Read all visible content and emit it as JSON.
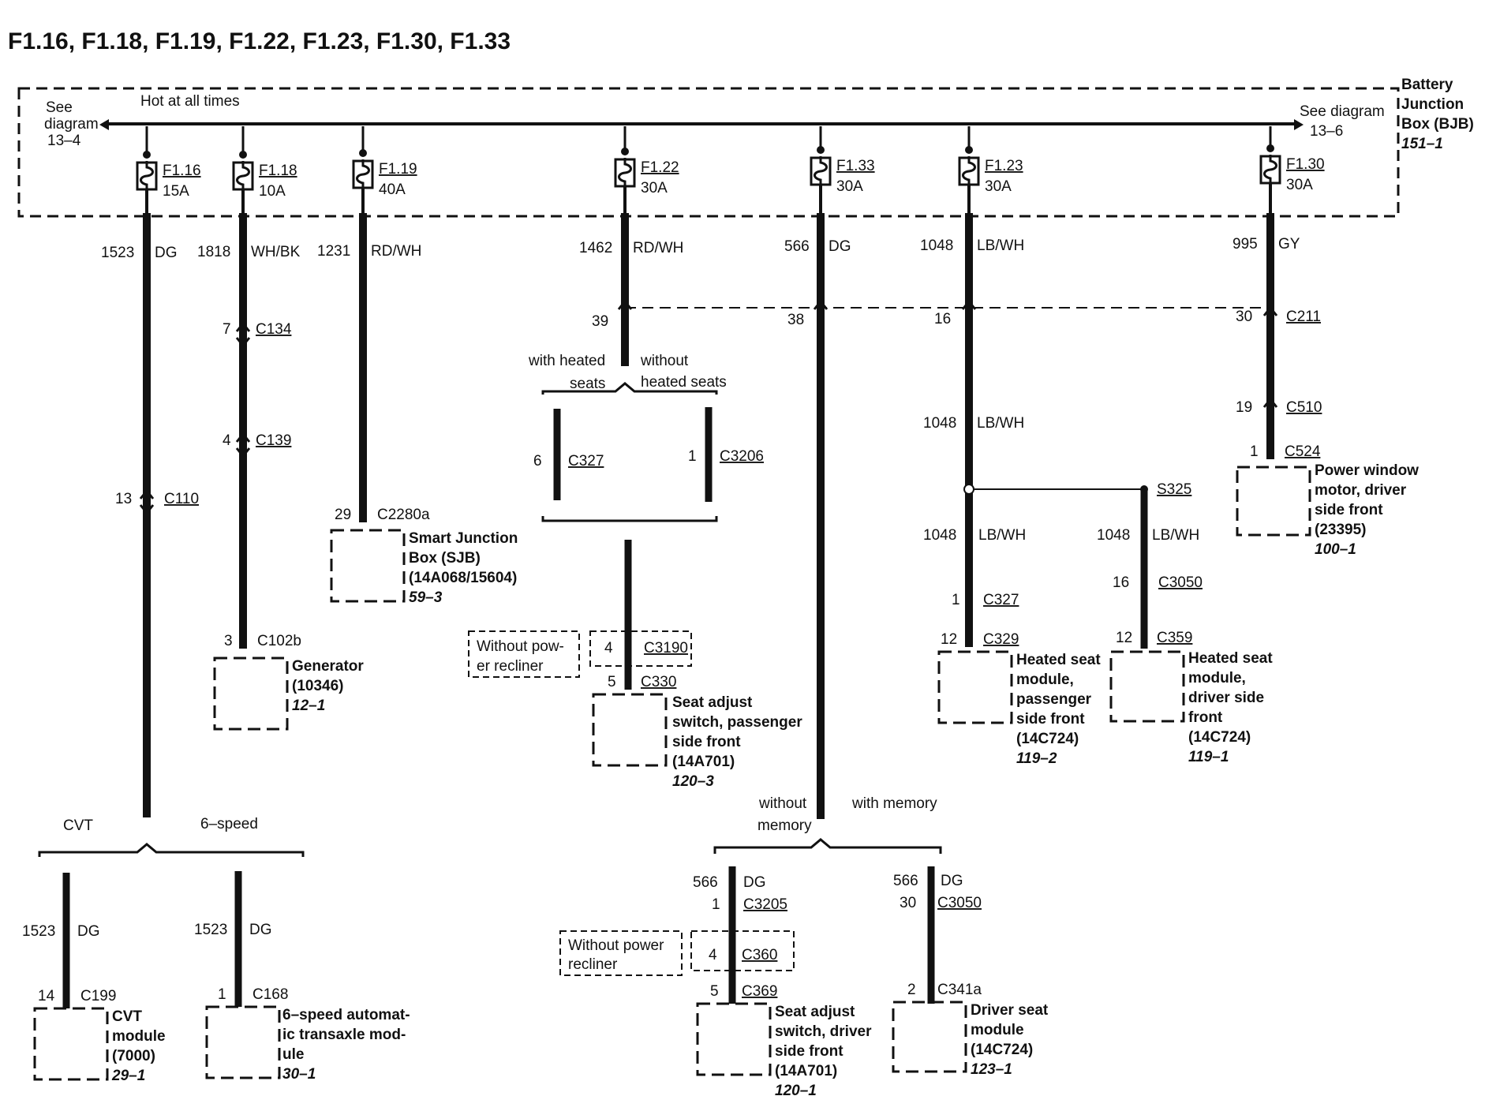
{
  "title": "F1.16, F1.18, F1.19, F1.22, F1.23, F1.30, F1.33",
  "bus": {
    "left_ref": [
      "See",
      "diagram",
      "13–4"
    ],
    "hot_label": "Hot at all times",
    "right_ref": [
      "See diagram",
      "13–6"
    ],
    "box_label": [
      "Battery",
      "Junction",
      "Box (BJB)"
    ],
    "box_ref": "151–1"
  },
  "fuses": [
    {
      "id": "F1.16",
      "rating": "15A",
      "circuit": "1523",
      "color": "DG"
    },
    {
      "id": "F1.18",
      "rating": "10A",
      "circuit": "1818",
      "color": "WH/BK"
    },
    {
      "id": "F1.19",
      "rating": "40A",
      "circuit": "1231",
      "color": "RD/WH"
    },
    {
      "id": "F1.22",
      "rating": "30A",
      "circuit": "1462",
      "color": "RD/WH"
    },
    {
      "id": "F1.33",
      "rating": "30A",
      "circuit": "566",
      "color": "DG"
    },
    {
      "id": "F1.23",
      "rating": "30A",
      "circuit": "1048",
      "color": "LB/WH"
    },
    {
      "id": "F1.30",
      "rating": "30A",
      "circuit": "995",
      "color": "GY"
    }
  ],
  "connectors": [
    {
      "pin": "7",
      "name": "C134"
    },
    {
      "pin": "4",
      "name": "C139"
    },
    {
      "pin": "3",
      "name": "C102b"
    },
    {
      "pin": "13",
      "name": "C110"
    },
    {
      "pin": "29",
      "name": "C2280a"
    },
    {
      "pin": "39",
      "name": ""
    },
    {
      "pin": "38",
      "name": ""
    },
    {
      "pin": "16",
      "name": ""
    },
    {
      "pin": "30",
      "name": "C211"
    },
    {
      "pin": "19",
      "name": "C510"
    },
    {
      "pin": "1",
      "name": "C524"
    },
    {
      "pin": "6",
      "name": "C327"
    },
    {
      "pin": "1",
      "name": "C3206"
    },
    {
      "pin": "4",
      "name": "C3190"
    },
    {
      "pin": "5",
      "name": "C330"
    },
    {
      "pin": "",
      "name": "S325"
    },
    {
      "pin": "1",
      "name": "C327"
    },
    {
      "pin": "12",
      "name": "C329"
    },
    {
      "pin": "16",
      "name": "C3050"
    },
    {
      "pin": "12",
      "name": "C359"
    },
    {
      "pin": "14",
      "name": "C199"
    },
    {
      "pin": "1",
      "name": "C168"
    },
    {
      "pin": "1",
      "name": "C3205"
    },
    {
      "pin": "4",
      "name": "C360"
    },
    {
      "pin": "5",
      "name": "C369"
    },
    {
      "pin": "30",
      "name": "C3050"
    },
    {
      "pin": "2",
      "name": "C341a"
    }
  ],
  "wires": {
    "f122_seats": {
      "left": [
        "with heated",
        "seats"
      ],
      "right": [
        "without",
        "heated seats"
      ]
    },
    "f133_memory": {
      "left": [
        "without",
        "memory"
      ],
      "right": "with memory"
    },
    "f116_trans": {
      "left": "CVT",
      "right": "6–speed"
    },
    "lbwh_mid": {
      "circuit": "1048",
      "color": "LB/WH"
    },
    "lbwh_left": {
      "circuit": "1048",
      "color": "LB/WH"
    },
    "lbwh_right": {
      "circuit": "1048",
      "color": "LB/WH"
    },
    "cvt_wire": {
      "circuit": "1523",
      "color": "DG"
    },
    "sixspeed_wire": {
      "circuit": "1523",
      "color": "DG"
    },
    "mem_left_wire": {
      "circuit": "566",
      "color": "DG"
    },
    "mem_right_wire": {
      "circuit": "566",
      "color": "DG"
    }
  },
  "notes": {
    "recliner_1": [
      "Without pow-",
      "er recliner"
    ],
    "recliner_2": [
      "Without power",
      "recliner"
    ]
  },
  "components": {
    "generator": {
      "lines": [
        "Generator",
        "(10346)"
      ],
      "ref": "12–1"
    },
    "sjb": {
      "lines": [
        "Smart Junction",
        "Box (SJB)",
        "(14A068/15604)"
      ],
      "ref": "59–3"
    },
    "seat_pass": {
      "lines": [
        "Seat adjust",
        "switch, passenger",
        "side front",
        "(14A701)"
      ],
      "ref": "120–3"
    },
    "heat_pass": {
      "lines": [
        "Heated seat",
        "module,",
        "passenger",
        "side front",
        "(14C724)"
      ],
      "ref": "119–2"
    },
    "heat_drv": {
      "lines": [
        "Heated seat",
        "module,",
        "driver side",
        "front",
        "(14C724)"
      ],
      "ref": "119–1"
    },
    "window": {
      "lines": [
        "Power window",
        "motor, driver",
        "side front",
        "(23395)"
      ],
      "ref": "100–1"
    },
    "cvt": {
      "lines": [
        "CVT",
        "module",
        "(7000)"
      ],
      "ref": "29–1"
    },
    "sixspeed": {
      "lines": [
        "6–speed automat-",
        "ic transaxle mod-",
        "ule"
      ],
      "ref": "30–1"
    },
    "seat_drv": {
      "lines": [
        "Seat adjust",
        "switch, driver",
        "side front",
        "(14A701)"
      ],
      "ref": "120–1"
    },
    "drv_mod": {
      "lines": [
        "Driver seat",
        "module",
        "(14C724)"
      ],
      "ref": "123–1"
    }
  }
}
